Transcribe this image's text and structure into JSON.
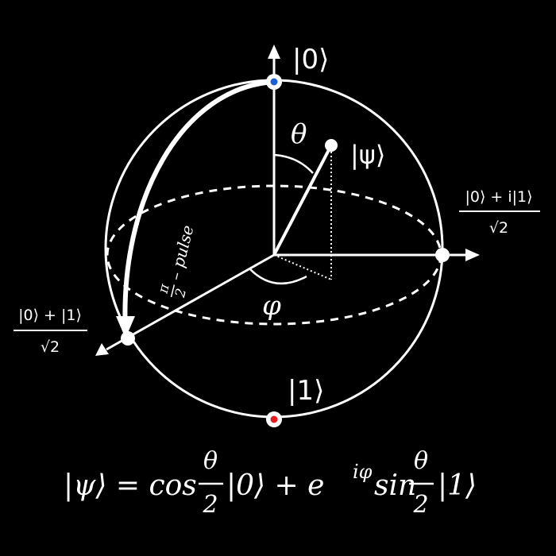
{
  "diagram": {
    "ket0": "|0⟩",
    "ket1": "|1⟩",
    "psi": "|ψ⟩",
    "theta": "θ",
    "phi": "φ",
    "plus_i_num": "|0⟩ + i|1⟩",
    "plus_i_den": "√2",
    "plus_num": "|0⟩ + |1⟩",
    "plus_den": "√2",
    "pulse_pi": "π",
    "pulse_two": "2",
    "pulse_text": "– pulse"
  },
  "formula": {
    "lhs": "|ψ⟩ = cos",
    "frac1_num": "θ",
    "frac1_den": "2",
    "mid": "|0⟩ + e",
    "exp": "iφ",
    "sin": "sin",
    "frac2_num": "θ",
    "frac2_den": "2",
    "rhs": "|1⟩"
  },
  "colors": {
    "background": "#000000",
    "line": "#ffffff",
    "north_dot": "#1f5fd6",
    "south_dot": "#e02020"
  }
}
